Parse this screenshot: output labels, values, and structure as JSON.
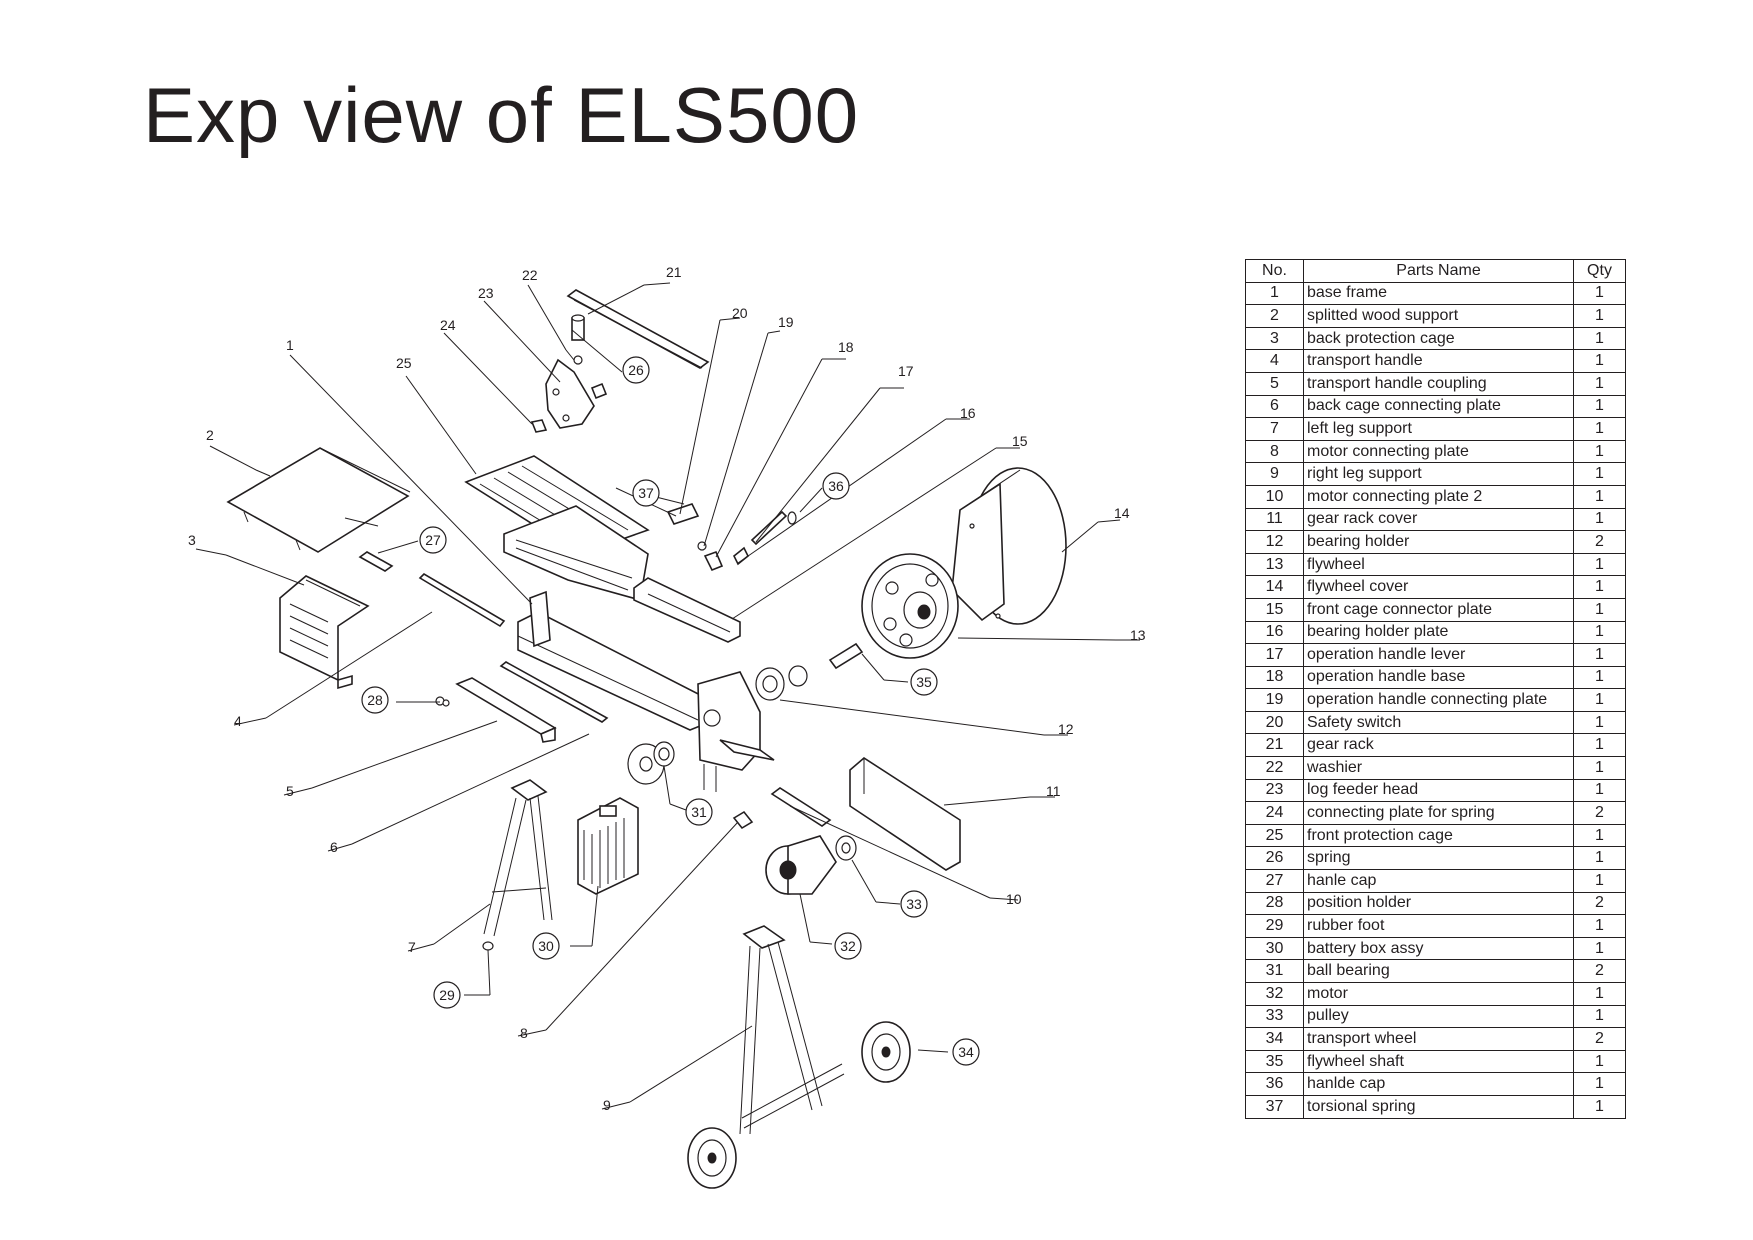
{
  "title": "Exp view of ELS500",
  "table": {
    "headers": {
      "no": "No.",
      "name": "Parts Name",
      "qty": "Qty"
    },
    "rows": [
      {
        "no": "1",
        "name": "base frame",
        "qty": "1"
      },
      {
        "no": "2",
        "name": "splitted wood support",
        "qty": "1"
      },
      {
        "no": "3",
        "name": "back protection cage",
        "qty": "1"
      },
      {
        "no": "4",
        "name": "transport handle",
        "qty": "1"
      },
      {
        "no": "5",
        "name": "transport handle coupling",
        "qty": "1"
      },
      {
        "no": "6",
        "name": "back cage connecting plate",
        "qty": "1"
      },
      {
        "no": "7",
        "name": "left leg support",
        "qty": "1"
      },
      {
        "no": "8",
        "name": "motor connecting plate",
        "qty": "1"
      },
      {
        "no": "9",
        "name": "right leg support",
        "qty": "1"
      },
      {
        "no": "10",
        "name": "motor connecting plate 2",
        "qty": "1"
      },
      {
        "no": "11",
        "name": "gear rack cover",
        "qty": "1"
      },
      {
        "no": "12",
        "name": "bearing holder",
        "qty": "2"
      },
      {
        "no": "13",
        "name": "flywheel",
        "qty": "1"
      },
      {
        "no": "14",
        "name": "flywheel cover",
        "qty": "1"
      },
      {
        "no": "15",
        "name": "front cage connector plate",
        "qty": "1"
      },
      {
        "no": "16",
        "name": "bearing holder plate",
        "qty": "1"
      },
      {
        "no": "17",
        "name": "operation handle lever",
        "qty": "1"
      },
      {
        "no": "18",
        "name": "operation handle base",
        "qty": "1"
      },
      {
        "no": "19",
        "name": "operation handle connecting plate",
        "qty": "1"
      },
      {
        "no": "20",
        "name": "Safety switch",
        "qty": "1"
      },
      {
        "no": "21",
        "name": "gear rack",
        "qty": "1"
      },
      {
        "no": "22",
        "name": "washier",
        "qty": "1"
      },
      {
        "no": "23",
        "name": "log feeder head",
        "qty": "1"
      },
      {
        "no": "24",
        "name": "connecting plate for spring",
        "qty": "2"
      },
      {
        "no": "25",
        "name": "front protection cage",
        "qty": "1"
      },
      {
        "no": "26",
        "name": "spring",
        "qty": "1"
      },
      {
        "no": "27",
        "name": "hanle cap",
        "qty": "1"
      },
      {
        "no": "28",
        "name": "position holder",
        "qty": "2"
      },
      {
        "no": "29",
        "name": "rubber foot",
        "qty": "1"
      },
      {
        "no": "30",
        "name": "battery box assy",
        "qty": "1"
      },
      {
        "no": "31",
        "name": "ball bearing",
        "qty": "2"
      },
      {
        "no": "32",
        "name": "motor",
        "qty": "1"
      },
      {
        "no": "33",
        "name": "pulley",
        "qty": "1"
      },
      {
        "no": "34",
        "name": "transport wheel",
        "qty": "2"
      },
      {
        "no": "35",
        "name": "flywheel shaft",
        "qty": "1"
      },
      {
        "no": "36",
        "name": "hanlde cap",
        "qty": "1"
      },
      {
        "no": "37",
        "name": "torsional spring",
        "qty": "1"
      }
    ]
  },
  "callouts": {
    "plain": [
      "1",
      "2",
      "3",
      "4",
      "5",
      "6",
      "7",
      "8",
      "9",
      "10",
      "11",
      "12",
      "13",
      "14",
      "15",
      "16",
      "17",
      "18",
      "19",
      "20",
      "21",
      "22",
      "23",
      "24",
      "25"
    ],
    "circled": [
      "26",
      "27",
      "28",
      "29",
      "30",
      "31",
      "32",
      "33",
      "34",
      "35",
      "36",
      "37"
    ]
  }
}
